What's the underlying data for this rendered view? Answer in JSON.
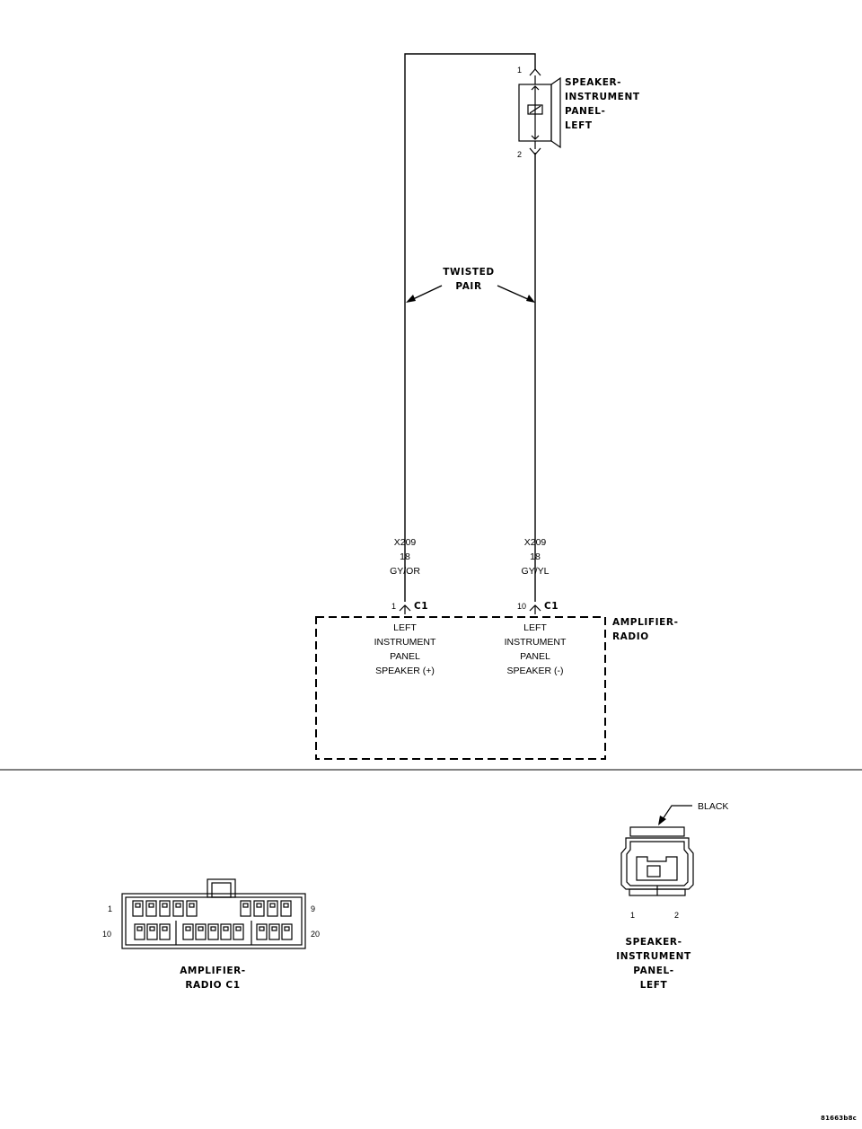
{
  "speaker": {
    "name_lines": [
      "SPEAKER-",
      "INSTRUMENT",
      "PANEL-",
      "LEFT"
    ],
    "pin_top": "1",
    "pin_bottom": "2"
  },
  "twisted_pair": {
    "lines": [
      "TWISTED",
      "PAIR"
    ]
  },
  "wire_left": {
    "circuit": "X209",
    "gauge": "18",
    "color": "GY/OR",
    "pin": "1",
    "connector": "C1"
  },
  "wire_right": {
    "circuit": "X209",
    "gauge": "18",
    "color": "GY/YL",
    "pin": "10",
    "connector": "C1"
  },
  "amplifier": {
    "name_lines": [
      "AMPLIFIER-",
      "RADIO"
    ],
    "pin1_label": [
      "LEFT",
      "INSTRUMENT",
      "PANEL",
      "SPEAKER (+)"
    ],
    "pin10_label": [
      "LEFT",
      "INSTRUMENT",
      "PANEL",
      "SPEAKER (-)"
    ]
  },
  "connector_c1": {
    "pin_tl": "1",
    "pin_tr": "9",
    "pin_bl": "10",
    "pin_br": "20",
    "caption": [
      "AMPLIFIER-",
      "RADIO C1"
    ]
  },
  "connector_speaker": {
    "color_label": "BLACK",
    "pin_1": "1",
    "pin_2": "2",
    "caption": [
      "SPEAKER-",
      "INSTRUMENT",
      "PANEL-",
      "LEFT"
    ]
  },
  "figure_id": "81663b8c"
}
